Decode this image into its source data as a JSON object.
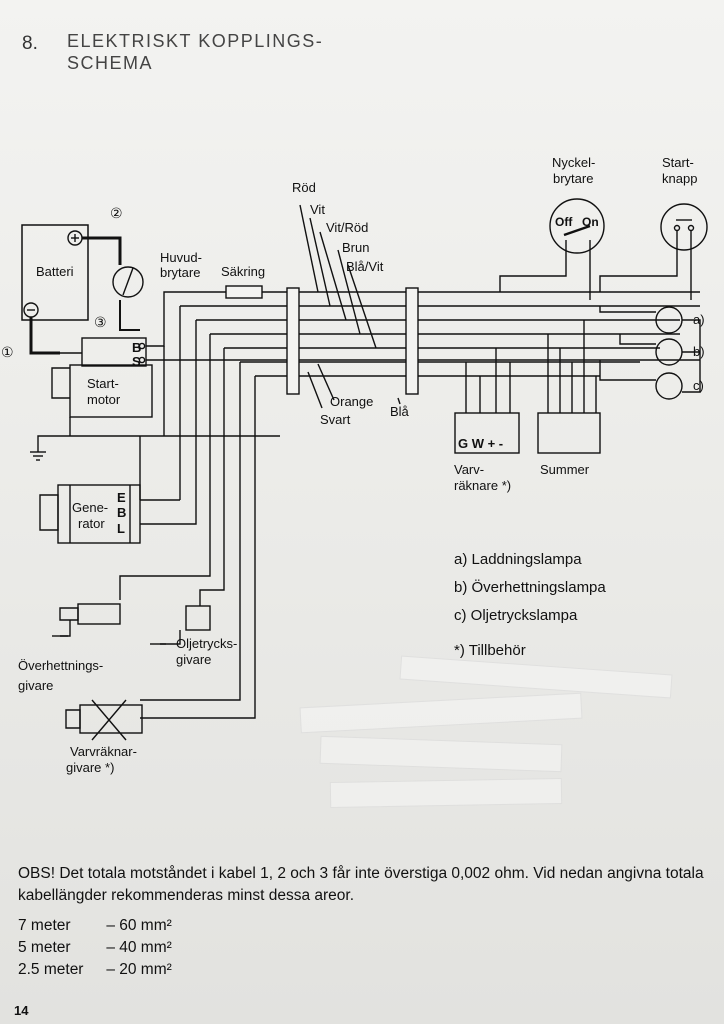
{
  "header": {
    "section_number": "8.",
    "title_line1": "ELEKTRISKT KOPPLINGS-",
    "title_line2": "SCHEMA"
  },
  "diagram": {
    "battery": "Batteri",
    "main_switch": [
      "Huvud-",
      "brytare"
    ],
    "fuse": "Säkring",
    "starter": [
      "Start-",
      "motor"
    ],
    "generator": [
      "Gene-",
      "rator"
    ],
    "key_switch": [
      "Nyckel-",
      "brytare"
    ],
    "key_off": "Off",
    "key_on": "On",
    "start_button": [
      "Start-",
      "knapp"
    ],
    "tachometer": [
      "Varv-",
      "räknare *)"
    ],
    "tacho_terminals": "G W + -",
    "buzzer": "Summer",
    "overheat_sender": [
      "Överhettnings-",
      "givare"
    ],
    "oil_sender": [
      "Oljetrycks-",
      "givare"
    ],
    "tacho_sender": [
      "Varvräknar-",
      "givare *)"
    ],
    "wire_colors": {
      "red": "Röd",
      "white": "Vit",
      "white_red": "Vit/Röd",
      "brown": "Brun",
      "blue_white": "Blå/Vit",
      "orange": "Orange",
      "black": "Svart",
      "blue": "Blå"
    },
    "markers": {
      "m1": "①",
      "m2": "②",
      "m3": "③"
    },
    "terminals": {
      "b": "B",
      "s": "S",
      "e": "E",
      "l": "L"
    },
    "lamp_letters": [
      "a)",
      "b)",
      "c)"
    ]
  },
  "legend": {
    "a": "a)  Laddningslampa",
    "b": "b)  Överhettningslampa",
    "c": "c)  Oljetryckslampa",
    "star": "*)  Tillbehör"
  },
  "note": {
    "text": "OBS! Det totala motståndet i kabel 1, 2 och 3 får inte överstiga 0,002 ohm. Vid nedan angivna totala kabellängder rekommenderas minst dessa areor.",
    "rows": [
      {
        "length": "7 meter",
        "area": "– 60 mm²"
      },
      {
        "length": "5 meter",
        "area": "– 40 mm²"
      },
      {
        "length": "2.5 meter",
        "area": "– 20 mm²"
      }
    ]
  },
  "page_number": "14"
}
